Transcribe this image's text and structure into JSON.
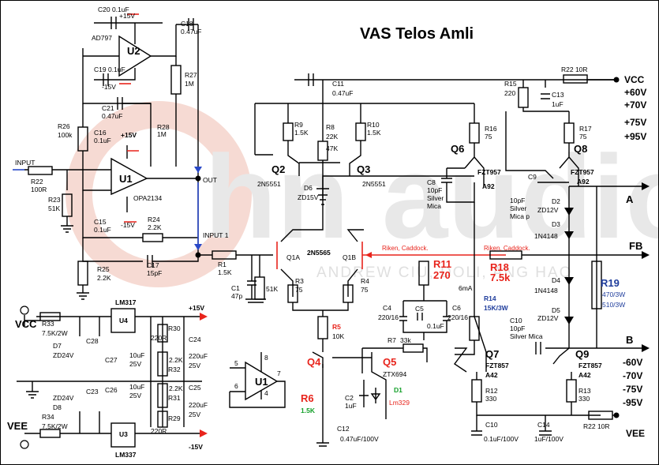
{
  "title": "VAS Telos Amli",
  "watermark": {
    "brand": "hn audio",
    "sub": "ANDREW CIU, DOLI, ANG HAO"
  },
  "labels": {
    "c20": "C20 0.1uF",
    "p15_top": "+15V",
    "u2": "U2",
    "ad797": "AD797",
    "c18": "C18",
    "c18v": "0.47uF",
    "c19": "C19 0.1uF",
    "m15_top": "-15V",
    "r27": "R27",
    "r27v": "1M",
    "c21": "C21",
    "c21v": "0.47uF",
    "r26": "R26",
    "r26v": "100k",
    "c16": "C16",
    "c16v": "0.1uF",
    "p15_u1": "+15V",
    "r28": "R28",
    "r28v": "1M",
    "input": "INPUT",
    "r22": "R22",
    "r22v": "100R",
    "u1": "U1",
    "opa": "OPA2134",
    "r23": "R23",
    "r23v": "51K",
    "c15": "C15",
    "c15v": "0.1uF",
    "m15_u1": "-15V",
    "r24": "R24",
    "r24v": "2.2K",
    "out": "OUT",
    "input1": "INPUT 1",
    "r25": "R25",
    "r25v": "2.2K",
    "c17": "C17",
    "c17v": "15pF",
    "r1": "R1",
    "r1v": "1.5K",
    "c1": "C1",
    "c1v": "47p",
    "r51k": "51K",
    "q1a": "Q1A",
    "q1b": "Q1B",
    "n2n5565": "2N5565",
    "riken1": "Riken, Caddock.",
    "riken2": "Riken, Caddock.",
    "fb": "FB",
    "r3": "R3",
    "r3v": "75",
    "r4": "R4",
    "r4v": "75",
    "r5": "R5",
    "r5v": "10K",
    "r11": "R11",
    "r11v": "270",
    "r18": "R18",
    "r18v": "7.5k",
    "c4": "C4",
    "c4v": "220/16",
    "c5": "C5",
    "c5v": "0.1uF",
    "c6": "C6",
    "c6v": "220/16",
    "r7": "R7",
    "r7v": "33k",
    "q4": "Q4",
    "q5": "Q5",
    "ztx": "ZTX694",
    "d1": "D1",
    "lm329": "Lm329",
    "r6": "R6",
    "r6v": "1.5K",
    "c2": "C2",
    "c2v": "1uF",
    "c12": "C12",
    "c12v": "0.47uF/100V",
    "c11": "C11",
    "c11v": "0.47uF",
    "r9": "R9",
    "r9v": "1.5K",
    "r8": "R8",
    "r8v": "22K",
    "r8v2": "47K",
    "r10": "R10",
    "r10v": "1.5K",
    "q2": "Q2",
    "q3": "Q3",
    "n2n5551a": "2N5551",
    "n2n5551b": "2N5551",
    "d6": "D6",
    "d6v": "ZD15V",
    "r15": "R15",
    "r15v": "220",
    "c13": "C13",
    "c13v": "1uF",
    "r22b": "R22 10R",
    "vcc": "VCC",
    "v60": "+60V",
    "v70": "+70V",
    "v75": "+75V",
    "v95": "+95V",
    "r16": "R16",
    "r16v": "75",
    "q6": "Q6",
    "fzt957a": "FZT957",
    "a92a": "A92",
    "c8": "C8",
    "c8v": "10pF",
    "c8v2": "Silver",
    "c8v3": "Mica",
    "r17": "R17",
    "r17v": "75",
    "q8": "Q8",
    "fzt957b": "FZT957",
    "a92b": "A92",
    "c9": "C9",
    "c9v": "10pF",
    "c9v2": "Silver",
    "c9v3": "Mica p",
    "d2": "D2",
    "d2v": "ZD12V",
    "d3": "D3",
    "d3v": "1N4148",
    "a": "A",
    "d4": "D4",
    "d4v": "1N4148",
    "d5": "D5",
    "d5v": "ZD12V",
    "r19": "R19",
    "r19v": "470/3W",
    "r19v2": "510/3W",
    "ma": "6mA",
    "r14": "R14",
    "r14v": "15K/3W",
    "c10": "C10",
    "c10v": "10pF",
    "c10v2": "Silver Mica",
    "q7": "Q7",
    "fzt857a": "FZT857",
    "a42a": "A42",
    "q9": "Q9",
    "fzt857b": "FZT857",
    "a42b": "A42",
    "b": "B",
    "r12": "R12",
    "r12v": "330",
    "r13": "R13",
    "r13v": "330",
    "c10b": "C10",
    "c10bv": "0.1uF/100V",
    "c14": "C14",
    "c14v": "1uF/100V",
    "r22c": "R22 10R",
    "vee": "VEE",
    "vm60": "-60V",
    "vm70": "-70V",
    "vm75": "-75V",
    "vm95": "-95V",
    "vcc_l": "VCC",
    "r33": "R33",
    "r33v": "7.5K/2W",
    "d7": "D7",
    "d7v": "ZD24V",
    "c28": "C28",
    "lm317": "LM317",
    "u4": "U4",
    "r30": "R30",
    "r30v": "220R",
    "c27": "C27",
    "c27v": "10uF",
    "c27v2": "25V",
    "r32": "R32",
    "r32v": "2.2K",
    "c24": "C24",
    "c24v": "220uF",
    "c24v2": "25V",
    "p15": "+15V",
    "vee_l": "VEE",
    "r34": "R34",
    "r34v": "7.5K/2W",
    "d8": "D8",
    "d8v": "ZD24V",
    "c23": "C23",
    "c26": "C26",
    "c26v": "10uF",
    "c26v2": "25V",
    "r31": "R31",
    "r31v": "2.2K",
    "c25": "C25",
    "c25v": "220uF",
    "c25v2": "25V",
    "r29": "R29",
    "r29v": "220R",
    "u3": "U3",
    "lm337": "LM337",
    "m15": "-15V",
    "u1_ref": "U1",
    "p5": "5",
    "p6": "6",
    "p7": "7",
    "p8": "8",
    "p4": "4"
  }
}
